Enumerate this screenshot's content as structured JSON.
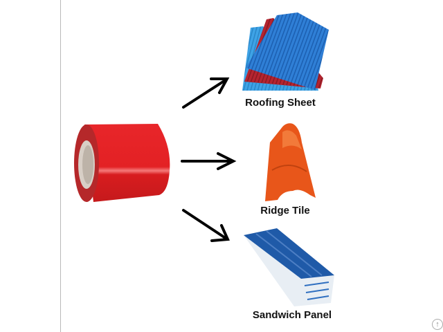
{
  "products": [
    {
      "label": "Roofing Sheet"
    },
    {
      "label": "Ridge Tile"
    },
    {
      "label": "Sandwich Panel"
    }
  ],
  "source": {
    "name": "color-coated-steel-coil",
    "color": "#e0201f"
  },
  "colors": {
    "roofing_blue": "#2f7fd6",
    "roofing_red": "#b52430",
    "ridge_orange": "#e8561a",
    "panel_blue": "#1f5aa8"
  },
  "scroll_top_icon": "arrow-up-circle-icon"
}
